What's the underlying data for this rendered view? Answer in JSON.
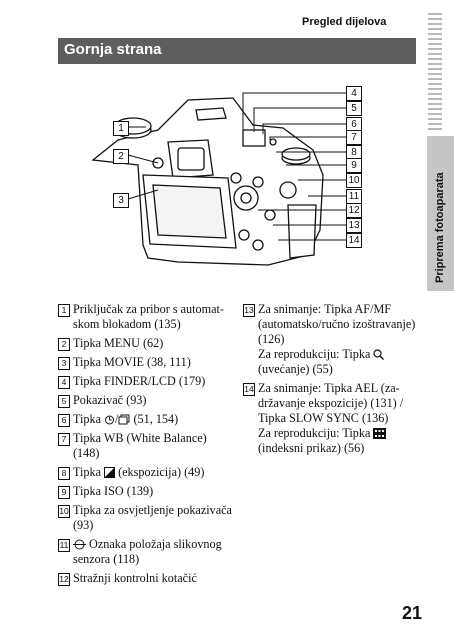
{
  "header": {
    "title": "Pregled dijelova"
  },
  "side_tab": {
    "label": "Priprema fotoaparata"
  },
  "section": {
    "title": "Gornja strana"
  },
  "callouts": [
    "1",
    "2",
    "3",
    "4",
    "5",
    "6",
    "7",
    "8",
    "9",
    "10",
    "11",
    "12",
    "13",
    "14"
  ],
  "items_left": [
    {
      "num": "1",
      "text": "Priključak za pribor s automat-\nskom blokadom (135)"
    },
    {
      "num": "2",
      "text": "Tipka MENU (62)"
    },
    {
      "num": "3",
      "text": "Tipka MOVIE (38, 111)"
    },
    {
      "num": "4",
      "text": "Tipka FINDER/LCD (179)"
    },
    {
      "num": "5",
      "text": "Pokazivač (93)"
    },
    {
      "num": "6",
      "pre": "Tipka ",
      "mid": "/",
      "post": " (51, 154)"
    },
    {
      "num": "7",
      "text": "Tipka WB (White Balance)\n(148)"
    },
    {
      "num": "8",
      "pre": "Tipka ",
      "post": " (ekspozicija) (49)"
    },
    {
      "num": "9",
      "text": "Tipka ISO (139)"
    },
    {
      "num": "10",
      "text": "Tipka za osvjetljenje pokazivača\n(93)"
    },
    {
      "num": "11",
      "post": " Oznaka položaja slikovnog\nsenzora (118)"
    },
    {
      "num": "12",
      "text": "Stražnji kontrolni kotačić"
    }
  ],
  "items_right": [
    {
      "num": "13",
      "a": "Za snimanje: Tipka AF/MF\n(automatsko/ručno izoštravanje)\n(126)\nZa reprodukciju: Tipka ",
      "b": "\n(uvećanje) (55)"
    },
    {
      "num": "14",
      "a": "Za snimanje: Tipka AEL (za-\ndržavanje ekspozicije) (131) /\nTipka SLOW SYNC (136)\nZa reprodukciju: Tipka ",
      "b": "\n(indeksni prikaz) (56)"
    }
  ],
  "page_number": "21",
  "icons": {
    "camera": "camera-back-top-illustration",
    "drive": "self-timer-icon",
    "continuous": "continuous-shooting-icon",
    "exposure": "exposure-compensation-icon",
    "sensor": "image-sensor-position-icon",
    "zoom": "magnifier-icon",
    "index": "index-grid-icon"
  }
}
